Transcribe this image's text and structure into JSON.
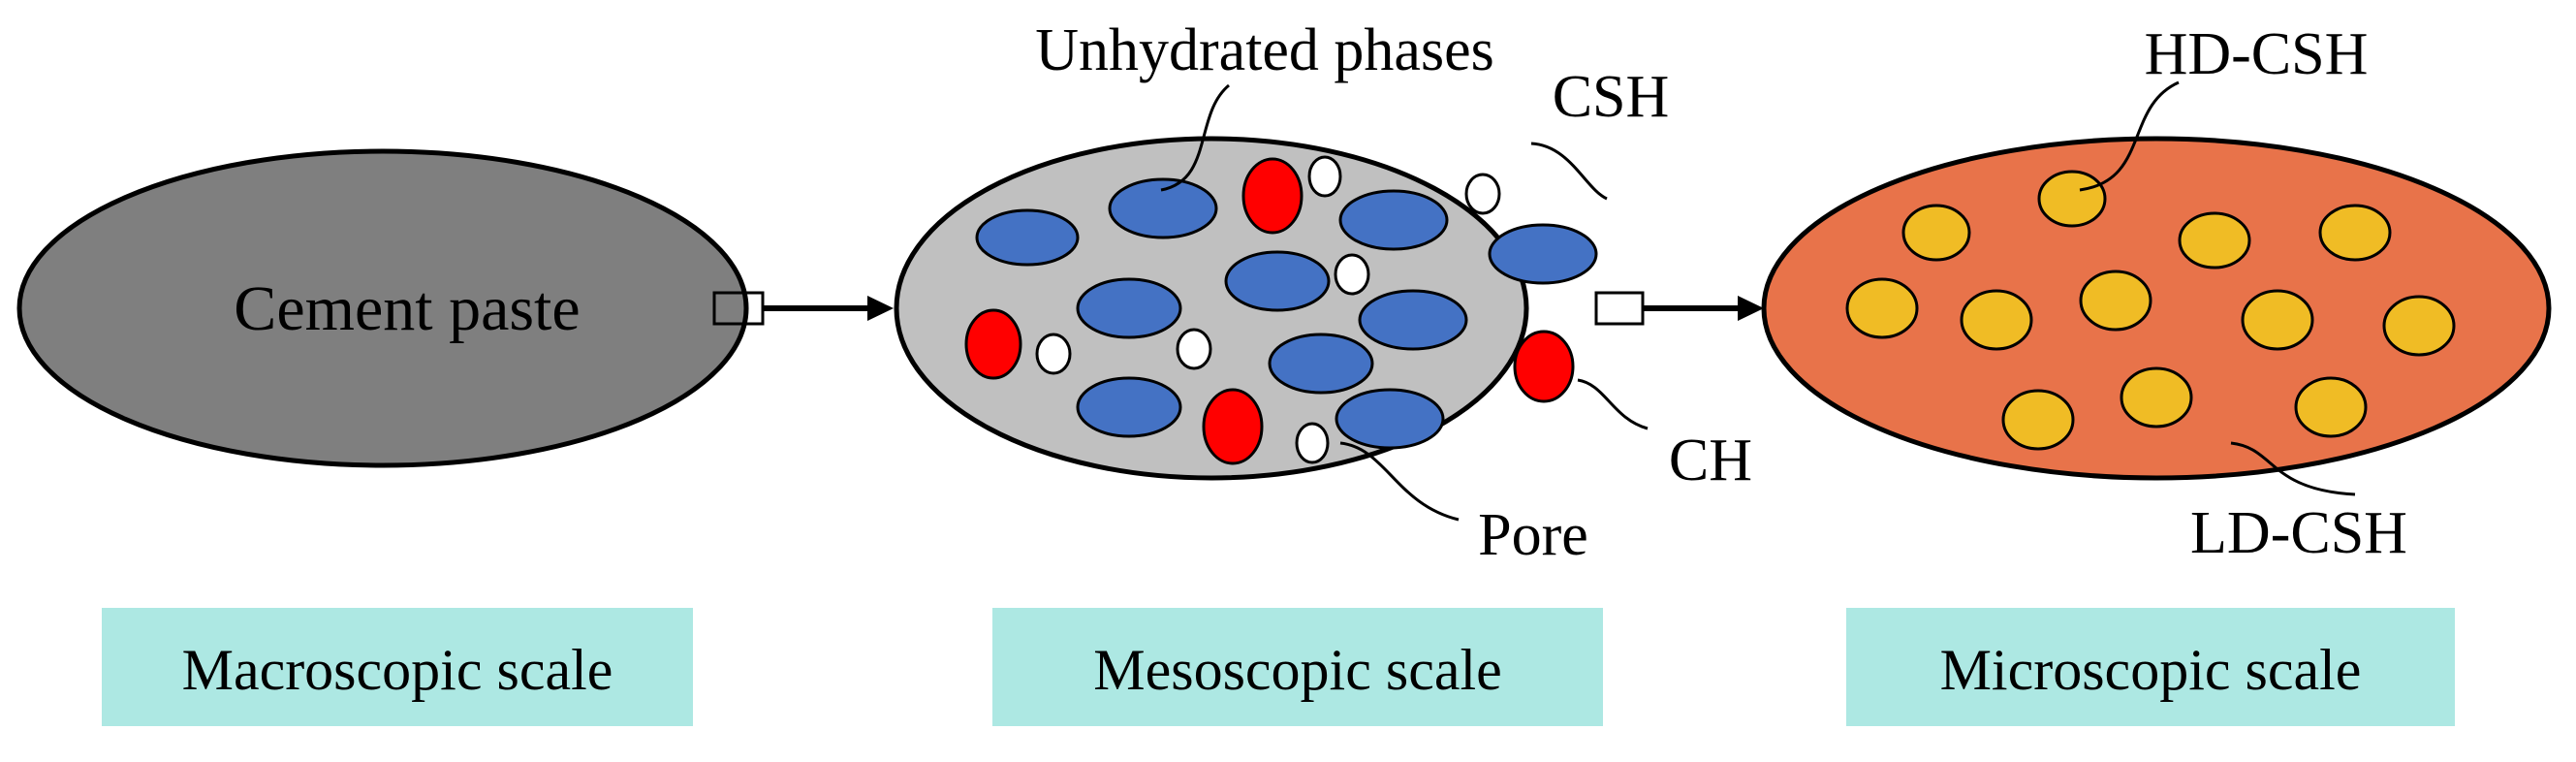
{
  "macro": {
    "label": "Cement paste",
    "scale_label": "Macroscopic scale",
    "fill": "#7f7f7f",
    "label_color": "#ffffff"
  },
  "meso": {
    "scale_label": "Mesoscopic scale",
    "fill": "#c0c0c0",
    "labels": {
      "unhydrated": "Unhydrated phases",
      "csh": "CSH",
      "ch": "CH",
      "pore": "Pore"
    },
    "colors": {
      "unhydrated": "#4472c4",
      "ch": "#ff0000",
      "pore": "#ffffff"
    }
  },
  "micro": {
    "scale_label": "Microscopic scale",
    "fill": "#e8734a",
    "labels": {
      "hd": "HD-CSH",
      "ld": "LD-CSH"
    },
    "colors": {
      "particle": "#f0bc25"
    }
  },
  "colors": {
    "scale_box": "#ade8e3",
    "stroke": "#000000"
  }
}
